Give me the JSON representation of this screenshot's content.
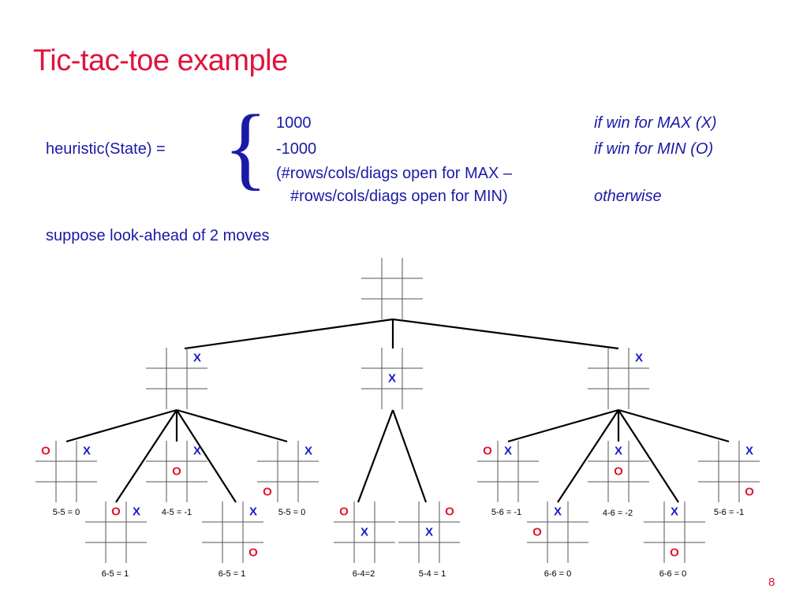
{
  "title": "Tic-tac-toe example",
  "heuristic": {
    "label": "heuristic(State) =",
    "case1_value": "1000",
    "case1_cond": "if win for MAX (X)",
    "case2_value": "-1000",
    "case2_cond": "if win for MIN (O)",
    "case3_value_line1": "(#rows/cols/diags open for MAX –",
    "case3_value_line2": "#rows/cols/diags open for MIN)",
    "case3_cond": "otherwise"
  },
  "lookahead": "suppose look-ahead of 2 moves",
  "colors": {
    "title": "#e0143c",
    "text": "#1a1aa8",
    "x_mark": "#1a1ad0",
    "o_mark": "#e0142c"
  },
  "tree": {
    "root": {
      "name": "board-root",
      "cells": [
        "",
        "",
        "",
        "",
        "",
        "",
        "",
        "",
        ""
      ]
    },
    "level1": [
      {
        "name": "board-l1-corner-left",
        "cells": [
          "",
          "",
          "X",
          "",
          "",
          "",
          "",
          "",
          ""
        ]
      },
      {
        "name": "board-l1-center",
        "cells": [
          "",
          "",
          "",
          "",
          "X",
          "",
          "",
          "",
          ""
        ]
      },
      {
        "name": "board-l1-corner-right",
        "cells": [
          "",
          "",
          "X",
          "",
          "",
          "",
          "",
          "",
          ""
        ]
      }
    ],
    "level2": [
      {
        "name": "board-a1",
        "cells": [
          "O",
          "",
          "X",
          "",
          "",
          "",
          "",
          "",
          ""
        ],
        "score": "5-5 = 0"
      },
      {
        "name": "board-a2",
        "cells": [
          "",
          "O",
          "X",
          "",
          "",
          "",
          "",
          "",
          ""
        ],
        "score": "6-5 = 1"
      },
      {
        "name": "board-a3",
        "cells": [
          "",
          "",
          "X",
          "",
          "O",
          "",
          "",
          "",
          ""
        ],
        "score": "4-5 = -1"
      },
      {
        "name": "board-a4",
        "cells": [
          "",
          "",
          "X",
          "",
          "",
          "",
          "",
          "",
          "O"
        ],
        "score": "6-5 = 1"
      },
      {
        "name": "board-a5",
        "cells": [
          "",
          "",
          "X",
          "",
          "",
          "",
          "O",
          "",
          ""
        ],
        "score": "5-5 = 0"
      },
      {
        "name": "board-b1",
        "cells": [
          "O",
          "",
          "",
          "",
          "X",
          "",
          "",
          "",
          ""
        ],
        "score": "6-4=2"
      },
      {
        "name": "board-b2",
        "cells": [
          "",
          "",
          "O",
          "",
          "X",
          "",
          "",
          "",
          ""
        ],
        "score": "5-4 = 1"
      },
      {
        "name": "board-c1",
        "cells": [
          "O",
          "X",
          "",
          "",
          "",
          "",
          "",
          "",
          ""
        ],
        "score": "5-6 = -1"
      },
      {
        "name": "board-c2",
        "cells": [
          "",
          "X",
          "",
          "O",
          "",
          "",
          "",
          "",
          ""
        ],
        "score": "6-6 = 0"
      },
      {
        "name": "board-c3",
        "cells": [
          "",
          "X",
          "",
          "",
          "O",
          "",
          "",
          "",
          ""
        ],
        "score": "4-6 = -2"
      },
      {
        "name": "board-c4",
        "cells": [
          "",
          "X",
          "",
          "",
          "",
          "",
          "",
          "O",
          ""
        ],
        "score": "6-6 = 0"
      },
      {
        "name": "board-c5",
        "cells": [
          "",
          "",
          "X",
          "",
          "",
          "",
          "",
          "",
          "O"
        ],
        "score": "5-6 = -1"
      }
    ]
  },
  "page_number": "8"
}
